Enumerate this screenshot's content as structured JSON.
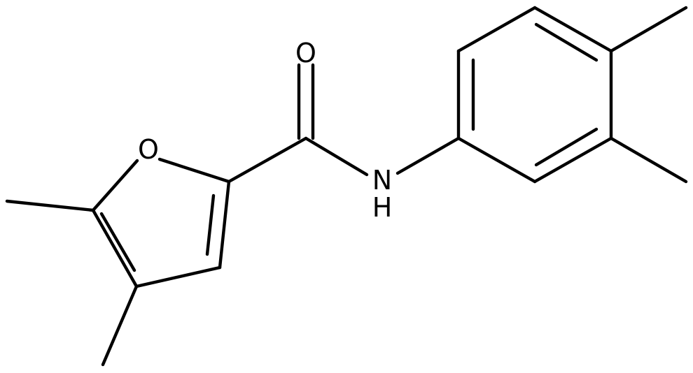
{
  "molecule": {
    "atoms": {
      "O_ring": "O",
      "O_carbonyl": "O",
      "N_amide": "N",
      "H_amide": "H"
    }
  },
  "colors": {
    "bond": "#000000",
    "background": "#ffffff"
  }
}
